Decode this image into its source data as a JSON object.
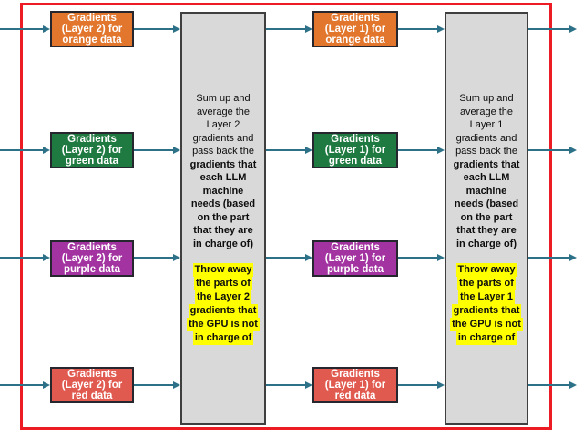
{
  "colors": {
    "frame_red": "#ED1C24",
    "arrow_teal": "#2C7187",
    "box_orange": "#E2762D",
    "box_green": "#1E7A40",
    "box_purple": "#A233A0",
    "box_red": "#E15A50",
    "sum_box_gray": "#D9D9D9",
    "highlight_yellow": "#FFFF00"
  },
  "left_column": {
    "boxes": [
      {
        "color": "orange",
        "lines": [
          "Gradients",
          "(Layer 2) for",
          "orange data"
        ]
      },
      {
        "color": "green",
        "lines": [
          "Gradients",
          "(Layer 2) for",
          "green data"
        ]
      },
      {
        "color": "purple",
        "lines": [
          "Gradients",
          "(Layer 2) for",
          "purple data"
        ]
      },
      {
        "color": "red",
        "lines": [
          "Gradients",
          "(Layer 2) for",
          "red data"
        ]
      }
    ],
    "sum": {
      "normal_lines": [
        "Sum up and",
        "average the",
        "Layer 2",
        "gradients and",
        "pass back the"
      ],
      "bold_lines": [
        "gradients that",
        "each LLM",
        "machine",
        "needs (based",
        "on the part",
        "that they are",
        "in charge of)"
      ],
      "highlight_lines": [
        "Throw away",
        "the parts of",
        "the Layer 2",
        "gradients that",
        "the GPU is not",
        "in charge of"
      ]
    }
  },
  "right_column": {
    "boxes": [
      {
        "color": "orange",
        "lines": [
          "Gradients",
          "(Layer 1) for",
          "orange data"
        ]
      },
      {
        "color": "green",
        "lines": [
          "Gradients",
          "(Layer 1) for",
          "green data"
        ]
      },
      {
        "color": "purple",
        "lines": [
          "Gradients",
          "(Layer 1) for",
          "purple data"
        ]
      },
      {
        "color": "red",
        "lines": [
          "Gradients",
          "(Layer 1) for",
          "red data"
        ]
      }
    ],
    "sum": {
      "normal_lines": [
        "Sum up and",
        "average the",
        "Layer 1",
        "gradients and",
        "pass back the"
      ],
      "bold_lines": [
        "gradients that",
        "each LLM",
        "machine",
        "needs (based",
        "on the part",
        "that they are",
        "in charge of)"
      ],
      "highlight_lines": [
        "Throw away",
        "the parts of",
        "the Layer 1",
        "gradients that",
        "the GPU is not",
        "in charge of"
      ]
    }
  },
  "flow": {
    "rows_y": [
      32,
      165,
      283,
      423
    ],
    "segments": [
      [
        0,
        55
      ],
      [
        147,
        198
      ],
      [
        292,
        343
      ],
      [
        437,
        488
      ],
      [
        580,
        633
      ]
    ]
  }
}
